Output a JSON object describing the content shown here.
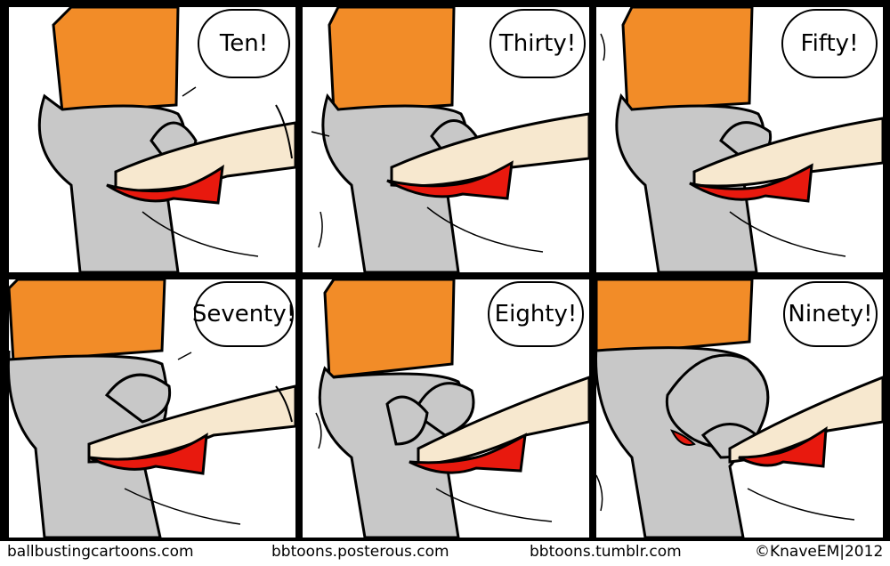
{
  "panels": [
    {
      "caption": "Ten!"
    },
    {
      "caption": "Thirty!"
    },
    {
      "caption": "Fifty!"
    },
    {
      "caption": "Seventy!"
    },
    {
      "caption": "Eighty!"
    },
    {
      "caption": "Ninety!"
    }
  ],
  "footer": {
    "site1": "ballbustingcartoons.com",
    "site2": "bbtoons.posterous.com",
    "site3": "bbtoons.tumblr.com",
    "credit": "©KnaveEM|2012"
  },
  "colors": {
    "shirt": "#F28C28",
    "skin_gray": "#C8C8C8",
    "shoe_red": "#E8190E",
    "leg": "#F7E8CF",
    "ink": "#000000"
  }
}
